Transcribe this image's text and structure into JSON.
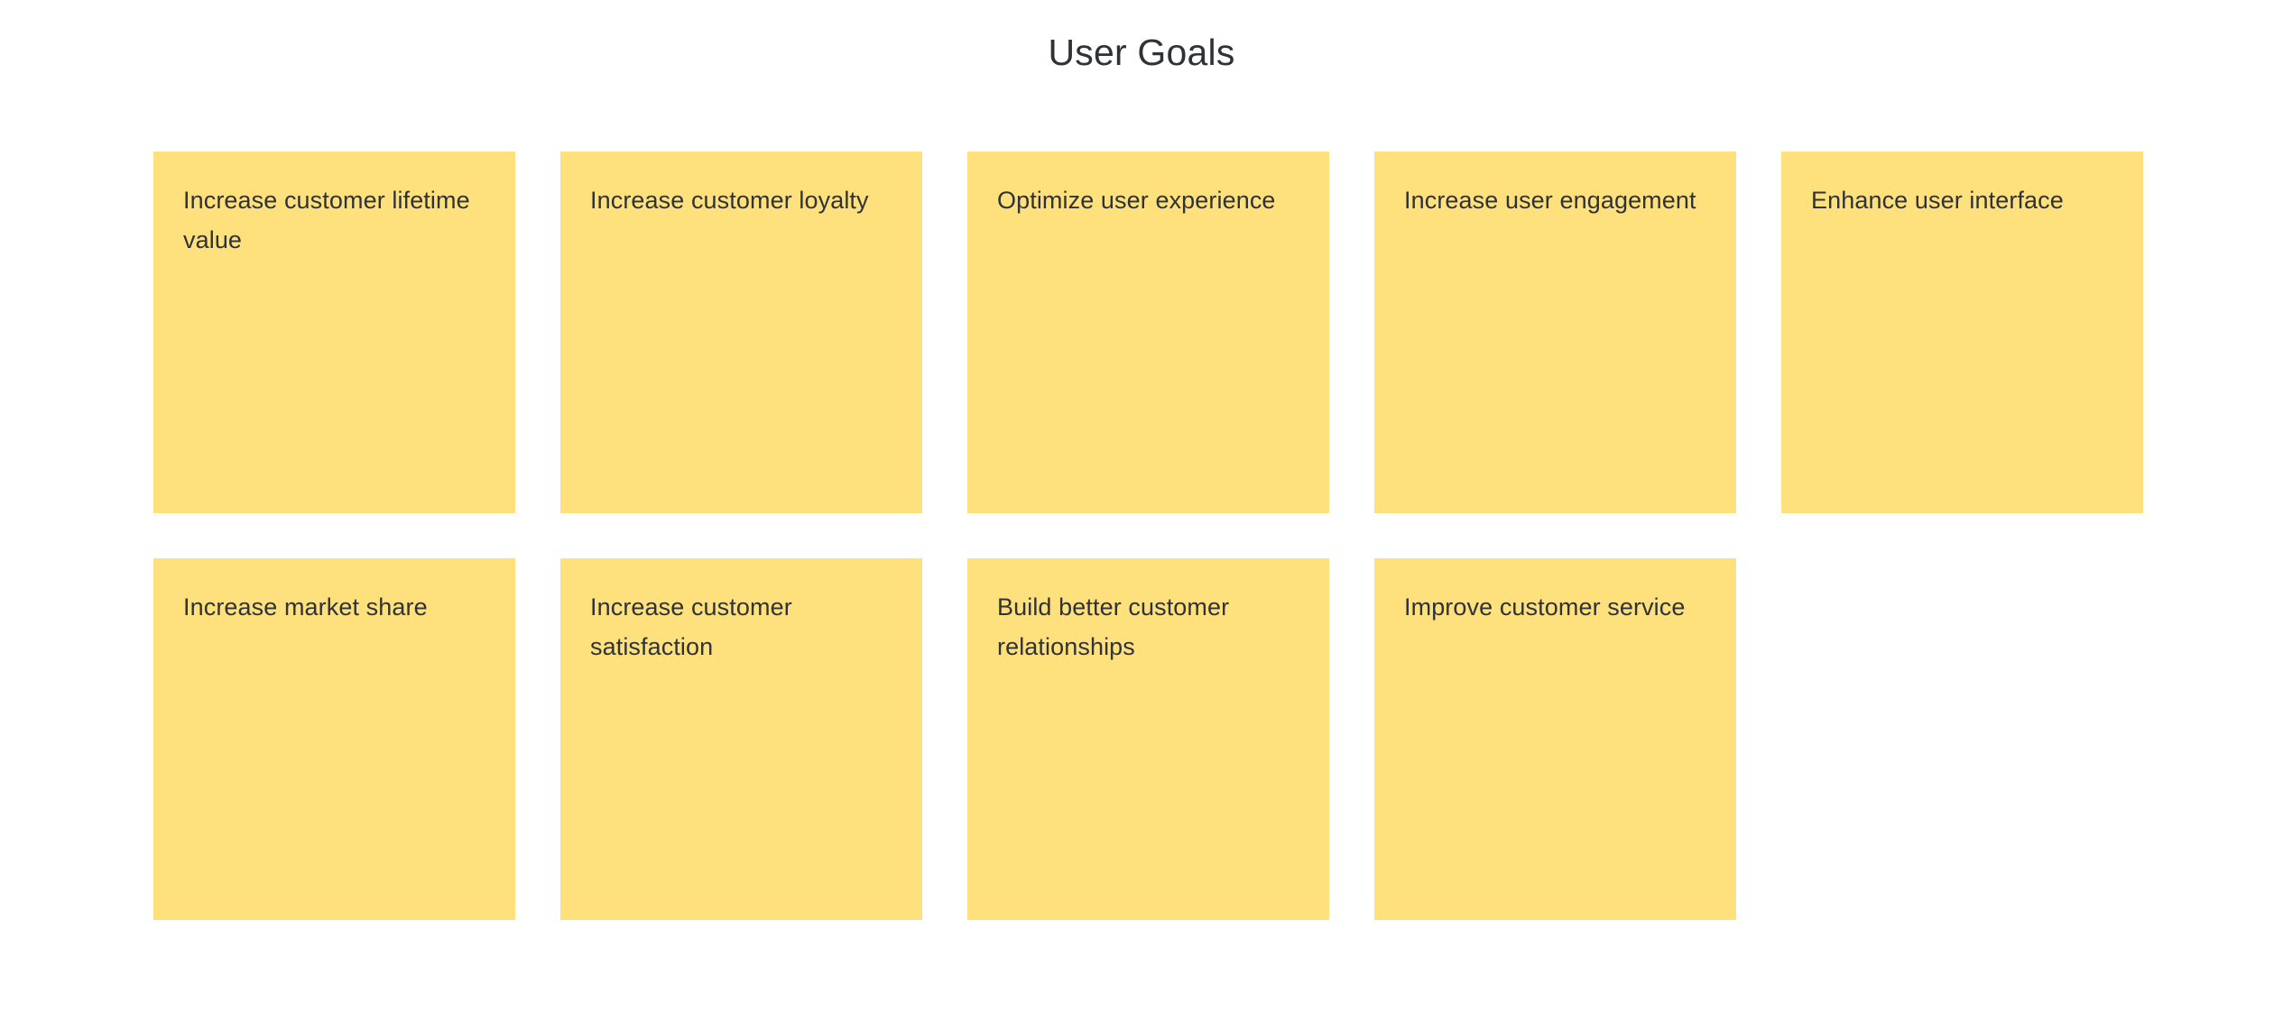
{
  "board": {
    "title": "User Goals",
    "background_color": "#ffffff",
    "card_color": "#fee07d",
    "text_color": "#2f3337",
    "columns": 5,
    "rows": 2,
    "card_count": 9,
    "cards": [
      {
        "label": "Increase customer lifetime value"
      },
      {
        "label": "Increase customer loyalty"
      },
      {
        "label": "Optimize user experience"
      },
      {
        "label": "Increase user engagement"
      },
      {
        "label": "Enhance user interface"
      },
      {
        "label": "Increase market share"
      },
      {
        "label": "Increase customer satisfaction"
      },
      {
        "label": "Build better customer relationships"
      },
      {
        "label": "Improve customer service"
      }
    ]
  }
}
